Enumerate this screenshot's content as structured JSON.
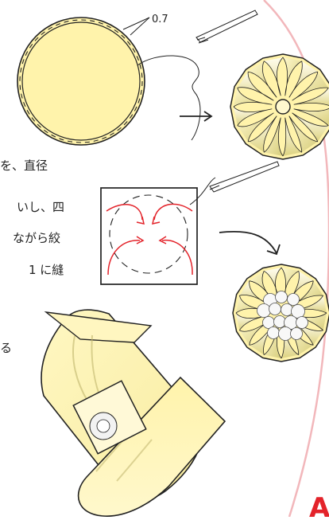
{
  "measurement": {
    "seam_allowance": "0.7"
  },
  "text_fragments": [
    "を、直径",
    "いし、四",
    "ながら絞",
    "1 に縫",
    "る"
  ],
  "corner_mark": "A",
  "colors": {
    "fabric_fill": "#fff3ab",
    "fabric_light": "#fff9cf",
    "fabric_shadow": "#d9cf7c",
    "stroke": "#222222",
    "accent_red": "#e3232a",
    "guide_line": "#f2b7bb",
    "bead_fill": "#f8f8f8"
  },
  "icons": {
    "needle": "needle-icon",
    "arrow_right": "arrow-right-icon",
    "arrow_curve": "curved-arrow-icon"
  }
}
